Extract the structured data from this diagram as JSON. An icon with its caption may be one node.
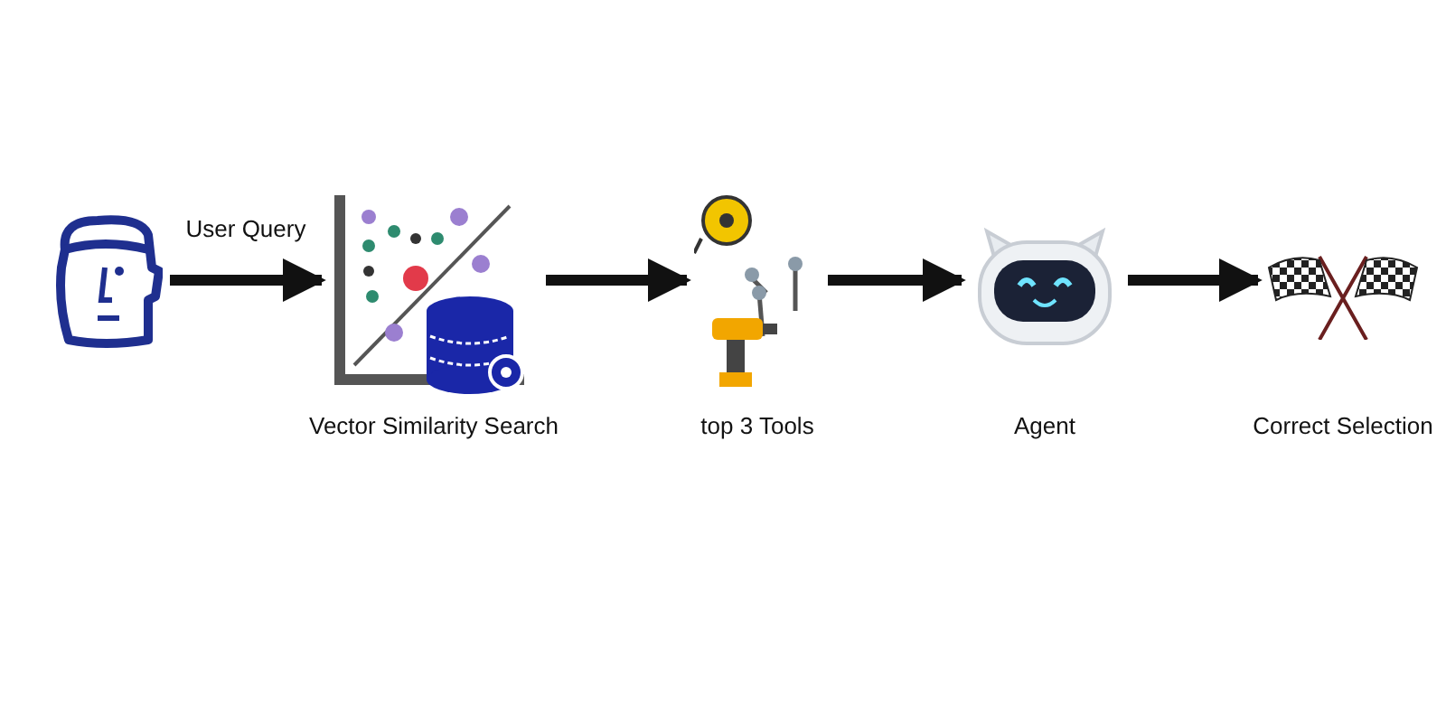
{
  "diagram": {
    "nodes": [
      {
        "text": [],
        "shape": "picture"
      },
      {
        "text": [],
        "shape": "picture",
        "beside": [
          "Vector Similarity Search"
        ]
      },
      {
        "text": [],
        "shape": "picture",
        "beside": [
          "top 3 Tools"
        ]
      },
      {
        "text": [],
        "shape": "picture",
        "beside": [
          "Agent"
        ]
      },
      {
        "text": [],
        "shape": "picture",
        "beside": [
          "Correct Selection"
        ]
      }
    ],
    "edges": [
      {
        "from": 0,
        "to": 1,
        "arrow": "to",
        "label": "User Query"
      },
      {
        "from": 1,
        "to": 2,
        "arrow": "to"
      },
      {
        "from": 2,
        "to": 3,
        "arrow": "to"
      },
      {
        "from": 3,
        "to": 4,
        "arrow": "to"
      }
    ]
  }
}
